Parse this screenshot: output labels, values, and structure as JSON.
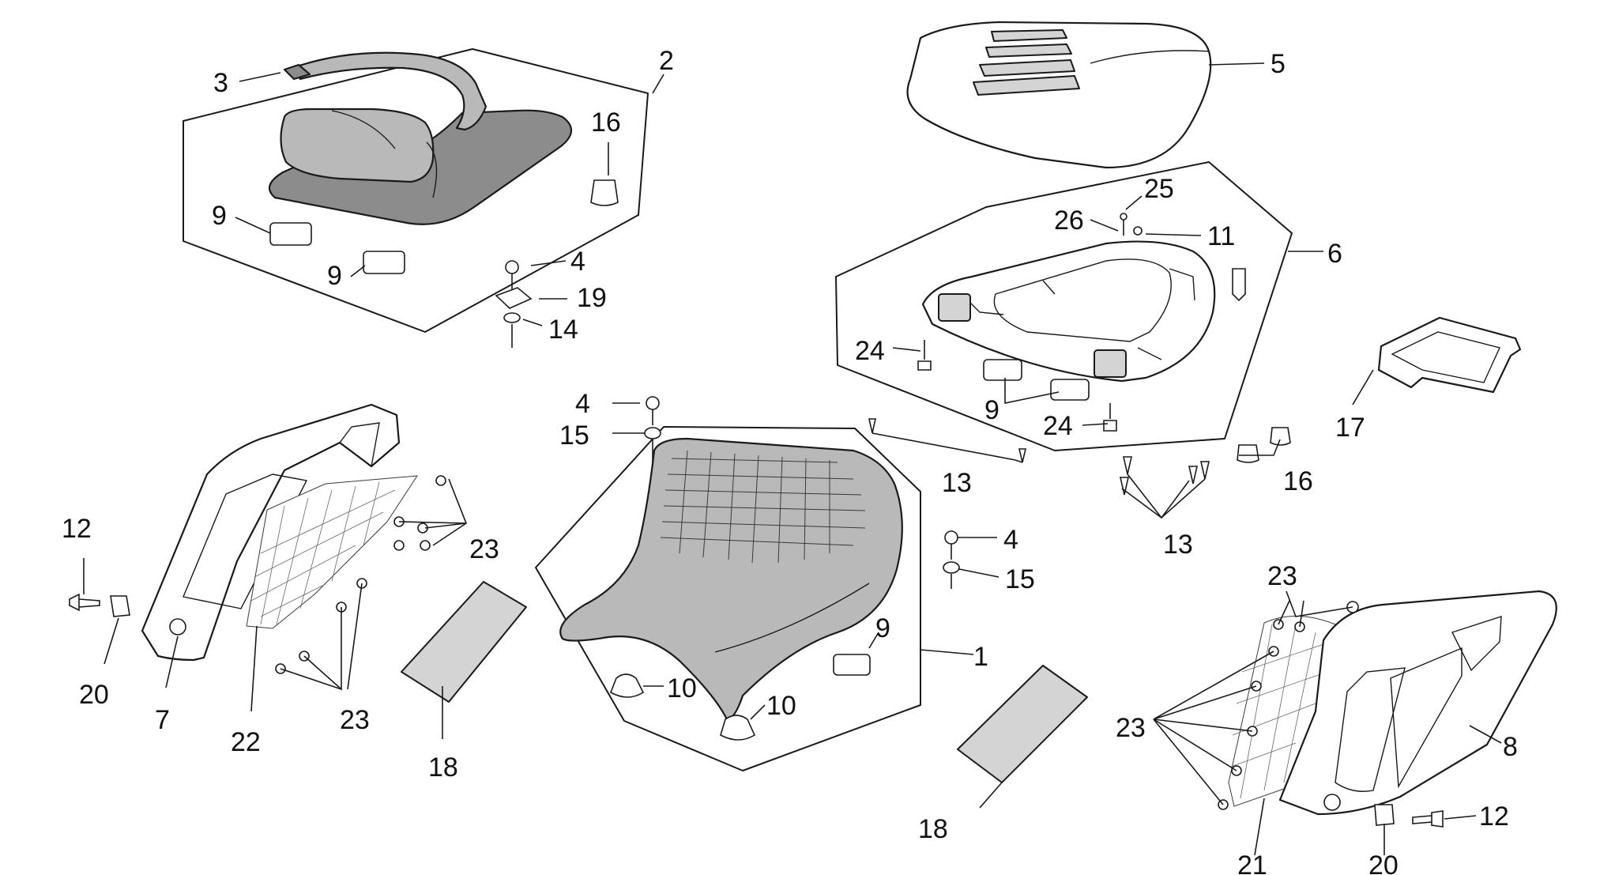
{
  "diagram": {
    "type": "exploded-parts-diagram",
    "colors": {
      "line": "#1a1a1a",
      "part_fill_grey": "#b9b9b9",
      "part_fill_dark": "#8c8c8c",
      "background": "#ffffff"
    },
    "callouts": [
      {
        "id": "c-3",
        "text": "3"
      },
      {
        "id": "c-2",
        "text": "2"
      },
      {
        "id": "c-16a",
        "text": "16"
      },
      {
        "id": "c-9a",
        "text": "9"
      },
      {
        "id": "c-9b",
        "text": "9"
      },
      {
        "id": "c-4a",
        "text": "4"
      },
      {
        "id": "c-19",
        "text": "19"
      },
      {
        "id": "c-14",
        "text": "14"
      },
      {
        "id": "c-5",
        "text": "5"
      },
      {
        "id": "c-25",
        "text": "25"
      },
      {
        "id": "c-26",
        "text": "26"
      },
      {
        "id": "c-11",
        "text": "11"
      },
      {
        "id": "c-6",
        "text": "6"
      },
      {
        "id": "c-24a",
        "text": "24"
      },
      {
        "id": "c-9c",
        "text": "9"
      },
      {
        "id": "c-24b",
        "text": "24"
      },
      {
        "id": "c-17",
        "text": "17"
      },
      {
        "id": "c-13a",
        "text": "13"
      },
      {
        "id": "c-16b",
        "text": "16"
      },
      {
        "id": "c-13b",
        "text": "13"
      },
      {
        "id": "c-4b",
        "text": "4"
      },
      {
        "id": "c-15a",
        "text": "15"
      },
      {
        "id": "c-12a",
        "text": "12"
      },
      {
        "id": "c-23a",
        "text": "23"
      },
      {
        "id": "c-20a",
        "text": "20"
      },
      {
        "id": "c-7",
        "text": "7"
      },
      {
        "id": "c-22",
        "text": "22"
      },
      {
        "id": "c-23b",
        "text": "23"
      },
      {
        "id": "c-18a",
        "text": "18"
      },
      {
        "id": "c-4c",
        "text": "4"
      },
      {
        "id": "c-15b",
        "text": "15"
      },
      {
        "id": "c-9d",
        "text": "9"
      },
      {
        "id": "c-1",
        "text": "1"
      },
      {
        "id": "c-10a",
        "text": "10"
      },
      {
        "id": "c-10b",
        "text": "10"
      },
      {
        "id": "c-23c",
        "text": "23"
      },
      {
        "id": "c-23d",
        "text": "23"
      },
      {
        "id": "c-8",
        "text": "8"
      },
      {
        "id": "c-18b",
        "text": "18"
      },
      {
        "id": "c-21",
        "text": "21"
      },
      {
        "id": "c-20b",
        "text": "20"
      },
      {
        "id": "c-12b",
        "text": "12"
      }
    ]
  }
}
